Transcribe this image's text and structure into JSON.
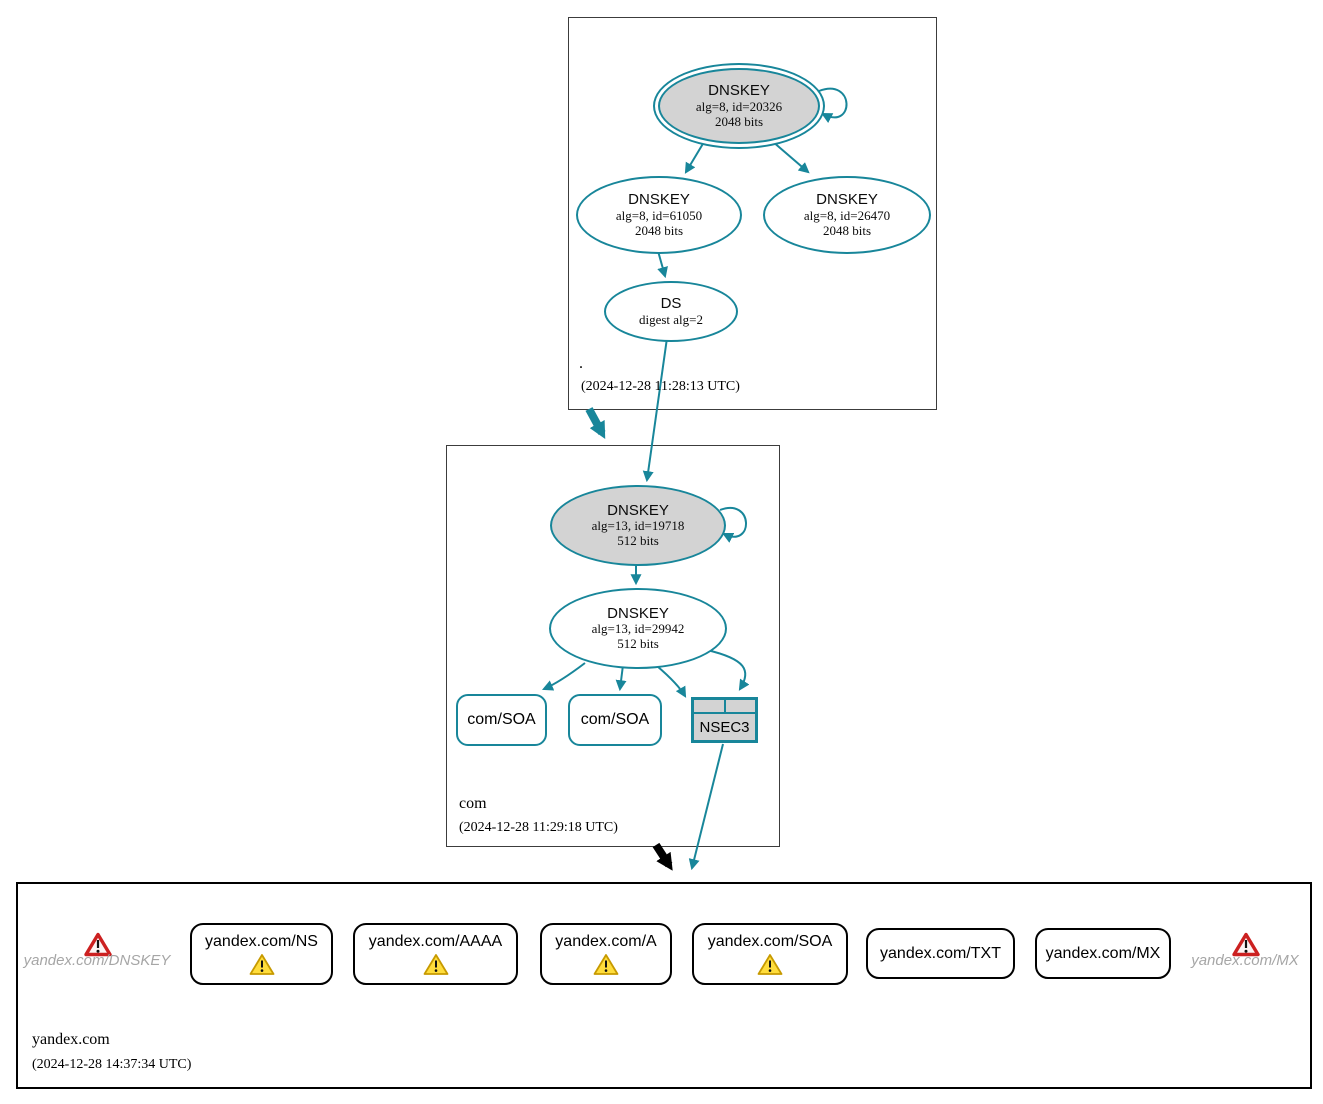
{
  "colors": {
    "secure_teal": "#18869a",
    "insecure_black": "#000000",
    "warning_yellow": "#ffdd3c",
    "error_red": "#cc2020",
    "key_fill_gray": "#d3d3d3"
  },
  "zones": {
    "root": {
      "label": ".",
      "timestamp": "(2024-12-28 11:28:13 UTC)",
      "ksk": {
        "title": "DNSKEY",
        "detail1": "alg=8, id=20326",
        "detail2": "2048 bits"
      },
      "zsk_left": {
        "title": "DNSKEY",
        "detail1": "alg=8, id=61050",
        "detail2": "2048 bits"
      },
      "zsk_right": {
        "title": "DNSKEY",
        "detail1": "alg=8, id=26470",
        "detail2": "2048 bits"
      },
      "ds": {
        "title": "DS",
        "detail1": "digest alg=2"
      }
    },
    "com": {
      "label": "com",
      "timestamp": "(2024-12-28 11:29:18 UTC)",
      "ksk": {
        "title": "DNSKEY",
        "detail1": "alg=13, id=19718",
        "detail2": "512 bits"
      },
      "zsk": {
        "title": "DNSKEY",
        "detail1": "alg=13, id=29942",
        "detail2": "512 bits"
      },
      "soa_left": {
        "label": "com/SOA"
      },
      "soa_right": {
        "label": "com/SOA"
      },
      "nsec3": {
        "label": "NSEC3"
      }
    },
    "yandex": {
      "label": "yandex.com",
      "timestamp": "(2024-12-28 14:37:34 UTC)",
      "missing_left": {
        "label": "yandex.com/DNSKEY"
      },
      "missing_right": {
        "label": "yandex.com/MX"
      },
      "rrsets": [
        {
          "label": "yandex.com/NS",
          "warning": true
        },
        {
          "label": "yandex.com/AAAA",
          "warning": true
        },
        {
          "label": "yandex.com/A",
          "warning": true
        },
        {
          "label": "yandex.com/SOA",
          "warning": true
        },
        {
          "label": "yandex.com/TXT",
          "warning": false
        },
        {
          "label": "yandex.com/MX",
          "warning": false
        }
      ]
    }
  }
}
